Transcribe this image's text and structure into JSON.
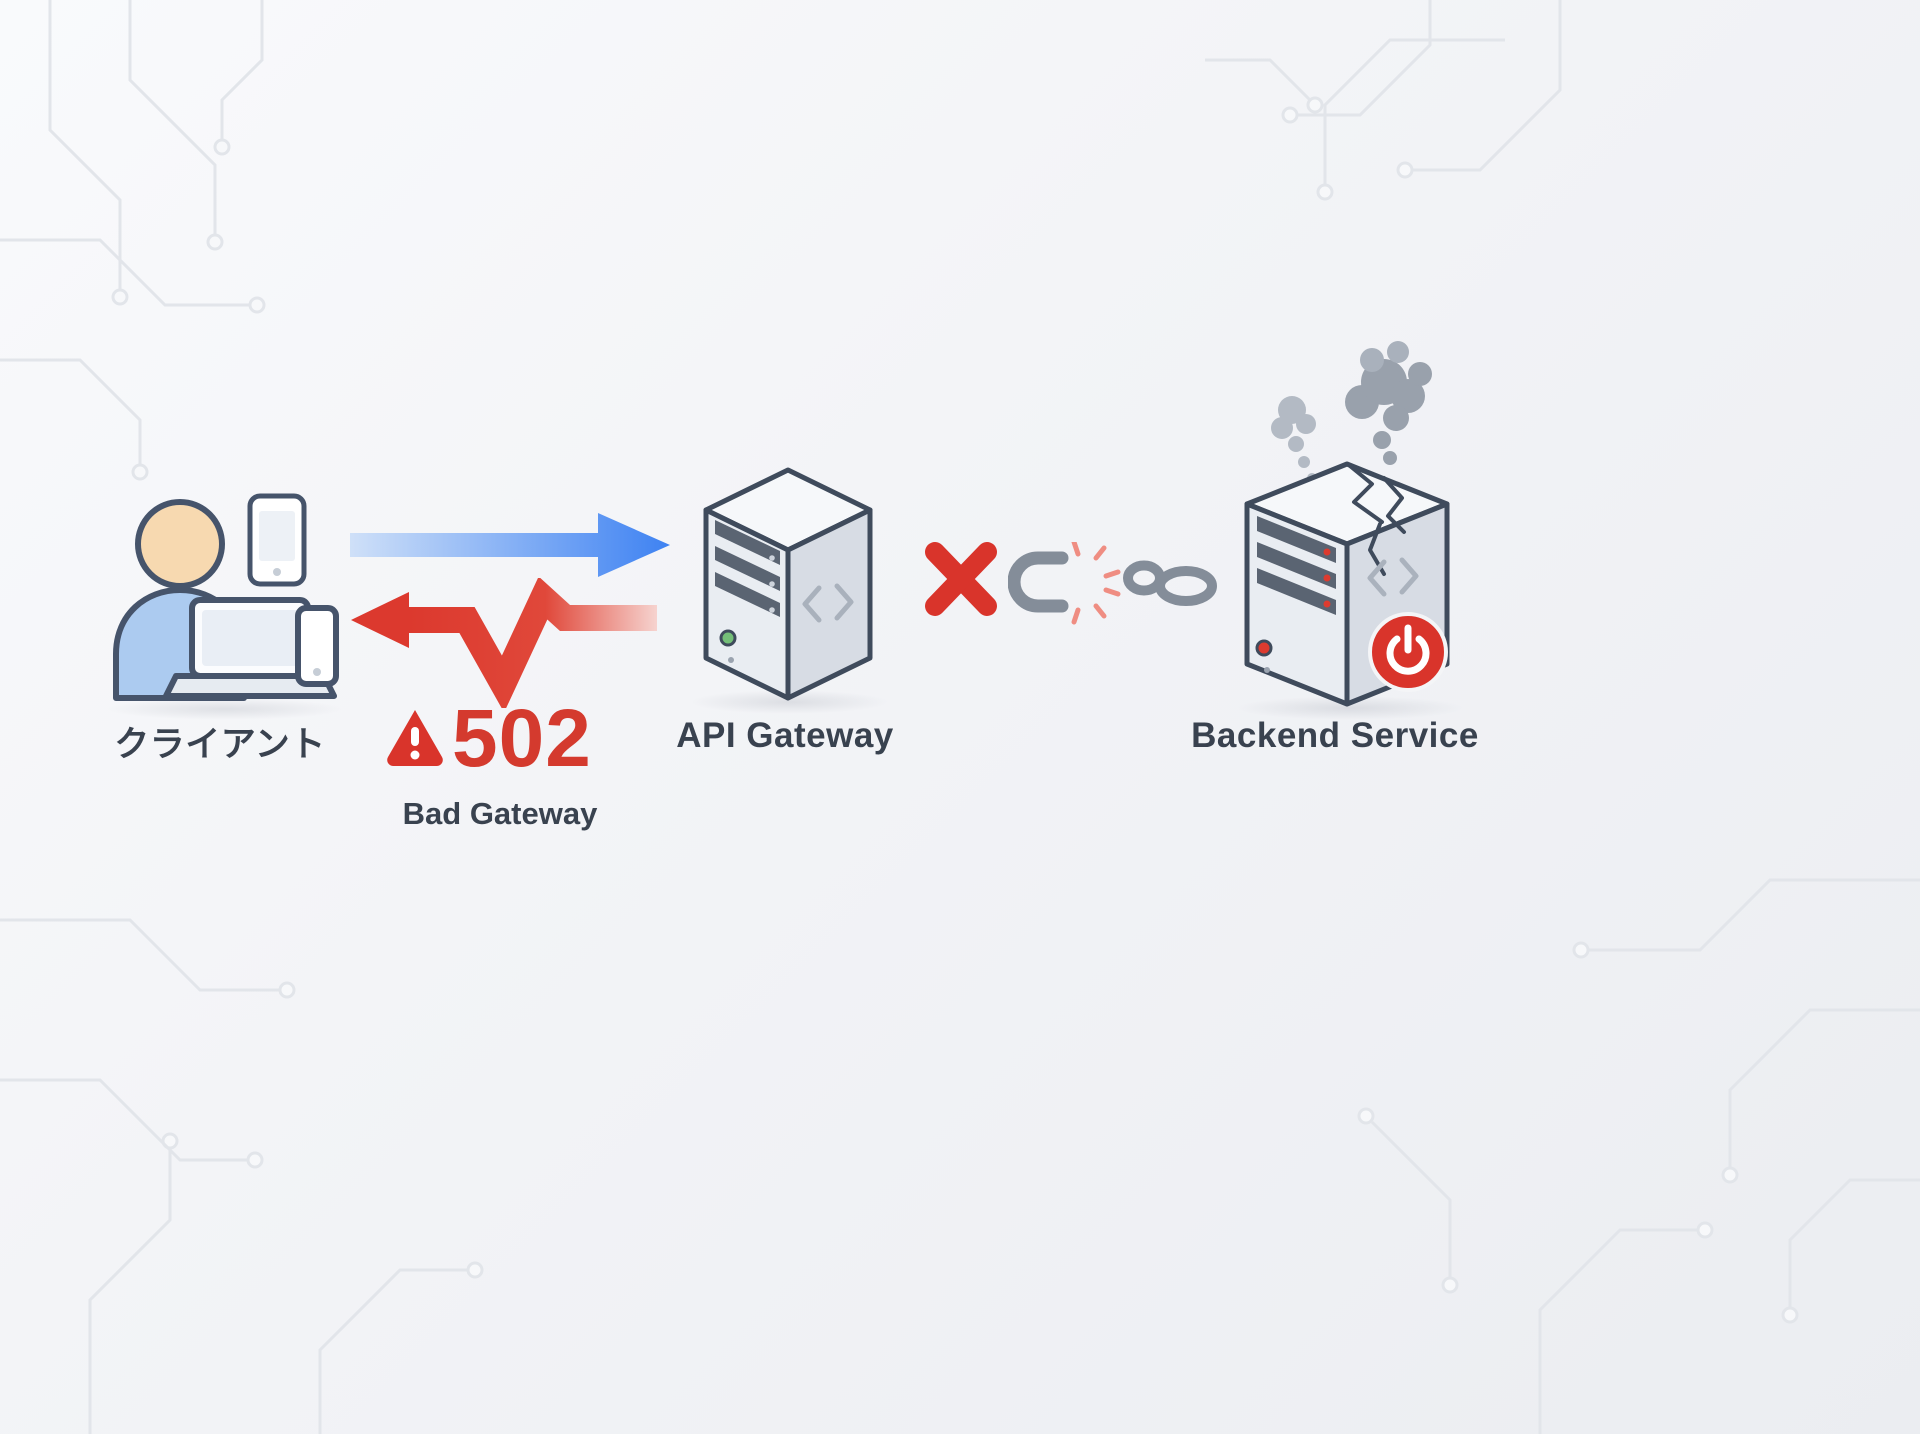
{
  "diagram_title": "502 Bad Gateway",
  "nodes": {
    "client": {
      "label": "クライアント",
      "icon": "person-with-devices"
    },
    "api_gateway": {
      "label": "API Gateway",
      "icon": "server-tower"
    },
    "backend": {
      "label": "Backend Service",
      "icon": "broken-server-with-smoke"
    }
  },
  "error": {
    "code": "502",
    "message": "Bad Gateway",
    "icon": "warning-triangle"
  },
  "connections": {
    "request": {
      "type": "arrow-right",
      "color": "#3e82f2",
      "from": "client",
      "to": "api_gateway"
    },
    "error_response": {
      "type": "zigzag-arrow-left",
      "color": "#d9342b",
      "from": "api_gateway",
      "to": "client"
    },
    "broken_link": {
      "type": "x-and-broken-chain",
      "color": "#848d99",
      "from": "api_gateway",
      "to": "backend"
    }
  },
  "colors": {
    "background": "#f4f5f7",
    "text": "#39424f",
    "request_blue": "#3e82f2",
    "error_red": "#d9342b",
    "chain_gray": "#848d99",
    "smoke_gray": "#99a1ac"
  }
}
